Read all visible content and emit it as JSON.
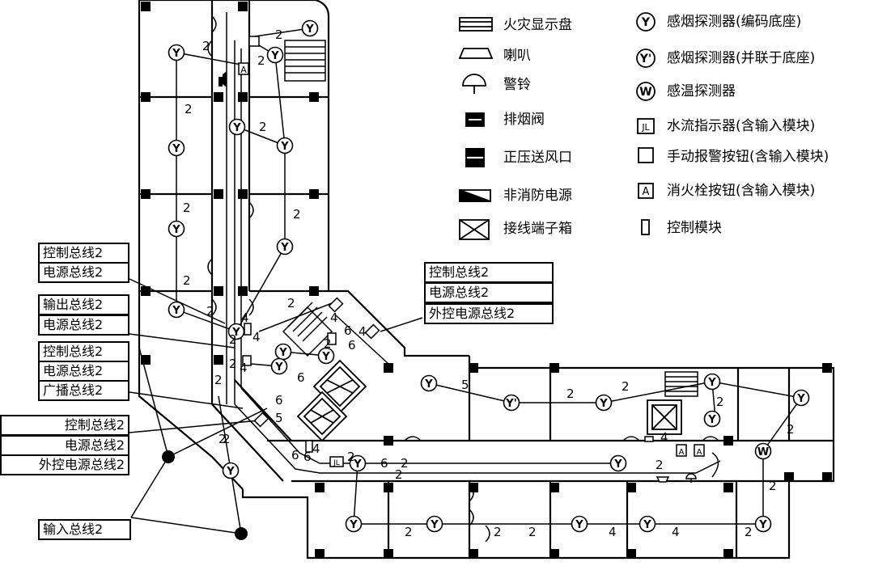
{
  "legend": {
    "col1": [
      {
        "icon": "fire-display-panel-icon",
        "label": "火灾显示盘"
      },
      {
        "icon": "speaker-icon",
        "label": "喇叭"
      },
      {
        "icon": "alarm-bell-icon",
        "label": "警铃"
      },
      {
        "icon": "smoke-exhaust-valve-icon",
        "label": "排烟阀"
      },
      {
        "icon": "pressurized-air-outlet-icon",
        "label": "正压送风口"
      },
      {
        "icon": "non-fire-power-icon",
        "label": "非消防电源"
      },
      {
        "icon": "terminal-box-icon",
        "label": "接线端子箱"
      }
    ],
    "col2": [
      {
        "icon": "smoke-detector-coded-icon",
        "label": "感烟探测器(编码底座)"
      },
      {
        "icon": "smoke-detector-parallel-icon",
        "label": "感烟探测器(并联于底座)"
      },
      {
        "icon": "heat-detector-icon",
        "label": "感温探测器"
      },
      {
        "icon": "water-flow-indicator-icon",
        "label": "水流指示器(含输入模块)"
      },
      {
        "icon": "manual-alarm-button-icon",
        "label": "手动报警按钮(含输入模块)"
      },
      {
        "icon": "hydrant-button-icon",
        "label": "消火栓按钮(含输入模块)"
      },
      {
        "icon": "control-module-icon",
        "label": "控制模块"
      }
    ]
  },
  "bus_labels": {
    "group1": [
      "控制总线2",
      "电源总线2"
    ],
    "group2": [
      "输出总线2",
      "电源总线2"
    ],
    "group3": [
      "控制总线2",
      "电源总线2",
      "广播总线2"
    ],
    "group4": [
      "控制总线2",
      "电源总线2",
      "外控电源总线2"
    ],
    "group5": [
      "控制总线2",
      "电源总线2",
      "外控电源总线2"
    ],
    "input": "输入总线2"
  },
  "symbols": {
    "smoke": "Y",
    "smoke_parallel": "Y'",
    "heat": "W",
    "hydrant": "A"
  },
  "numbers": [
    "2",
    "4",
    "5",
    "6"
  ]
}
